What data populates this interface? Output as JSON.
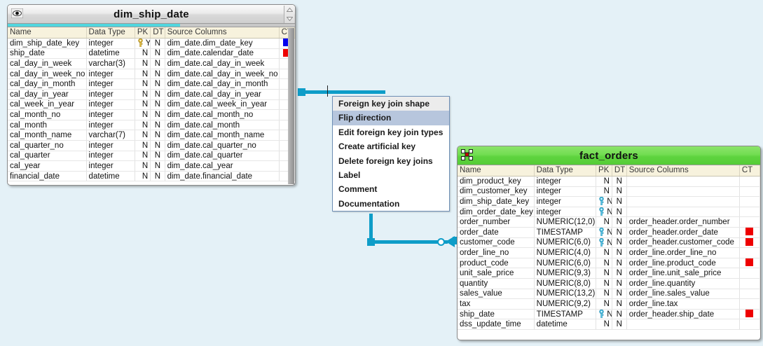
{
  "canvas": {
    "background": "#e4f1f7",
    "accent": "#0e9dc8"
  },
  "entities": [
    {
      "id": "dim_ship_date",
      "title": "dim_ship_date",
      "kind": "dimension",
      "title_style": "grey",
      "icon": "eye-icon",
      "progress_strip": {
        "color": "#51d6de",
        "percent": 60
      },
      "columns": [
        "Name",
        "Data Type",
        "PK",
        "DT",
        "Source Columns",
        "CT"
      ],
      "rows": [
        {
          "name": "dim_ship_date_key",
          "type": "integer",
          "key": "gold",
          "pk": "Y",
          "dt": "N",
          "source": "dim_date.dim_date_key",
          "ct": "#0000ee"
        },
        {
          "name": "ship_date",
          "type": "datetime",
          "key": "",
          "pk": "N",
          "dt": "N",
          "source": "dim_date.calendar_date",
          "ct": "#ee0000"
        },
        {
          "name": "cal_day_in_week",
          "type": "varchar(3)",
          "key": "",
          "pk": "N",
          "dt": "N",
          "source": "dim_date.cal_day_in_week",
          "ct": ""
        },
        {
          "name": "cal_day_in_week_no",
          "type": "integer",
          "key": "",
          "pk": "N",
          "dt": "N",
          "source": "dim_date.cal_day_in_week_no",
          "ct": ""
        },
        {
          "name": "cal_day_in_month",
          "type": "integer",
          "key": "",
          "pk": "N",
          "dt": "N",
          "source": "dim_date.cal_day_in_month",
          "ct": ""
        },
        {
          "name": "cal_day_in_year",
          "type": "integer",
          "key": "",
          "pk": "N",
          "dt": "N",
          "source": "dim_date.cal_day_in_year",
          "ct": ""
        },
        {
          "name": "cal_week_in_year",
          "type": "integer",
          "key": "",
          "pk": "N",
          "dt": "N",
          "source": "dim_date.cal_week_in_year",
          "ct": ""
        },
        {
          "name": "cal_month_no",
          "type": "integer",
          "key": "",
          "pk": "N",
          "dt": "N",
          "source": "dim_date.cal_month_no",
          "ct": ""
        },
        {
          "name": "cal_month",
          "type": "integer",
          "key": "",
          "pk": "N",
          "dt": "N",
          "source": "dim_date.cal_month",
          "ct": ""
        },
        {
          "name": "cal_month_name",
          "type": "varchar(7)",
          "key": "",
          "pk": "N",
          "dt": "N",
          "source": "dim_date.cal_month_name",
          "ct": ""
        },
        {
          "name": "cal_quarter_no",
          "type": "integer",
          "key": "",
          "pk": "N",
          "dt": "N",
          "source": "dim_date.cal_quarter_no",
          "ct": ""
        },
        {
          "name": "cal_quarter",
          "type": "integer",
          "key": "",
          "pk": "N",
          "dt": "N",
          "source": "dim_date.cal_quarter",
          "ct": ""
        },
        {
          "name": "cal_year",
          "type": "integer",
          "key": "",
          "pk": "N",
          "dt": "N",
          "source": "dim_date.cal_year",
          "ct": ""
        },
        {
          "name": "financial_date",
          "type": "datetime",
          "key": "",
          "pk": "N",
          "dt": "N",
          "source": "dim_date.financial_date",
          "ct": ""
        }
      ]
    },
    {
      "id": "fact_orders",
      "title": "fact_orders",
      "kind": "fact",
      "title_style": "green",
      "icon": "fact-star-icon",
      "columns": [
        "Name",
        "Data Type",
        "PK",
        "DT",
        "Source Columns",
        "CT"
      ],
      "rows": [
        {
          "name": "dim_product_key",
          "type": "integer",
          "key": "",
          "pk": "N",
          "dt": "N",
          "source": "",
          "ct": ""
        },
        {
          "name": "dim_customer_key",
          "type": "integer",
          "key": "",
          "pk": "N",
          "dt": "N",
          "source": "",
          "ct": ""
        },
        {
          "name": "dim_ship_date_key",
          "type": "integer",
          "key": "cyan",
          "pk": "N",
          "dt": "N",
          "source": "",
          "ct": ""
        },
        {
          "name": "dim_order_date_key",
          "type": "integer",
          "key": "cyan",
          "pk": "N",
          "dt": "N",
          "source": "",
          "ct": ""
        },
        {
          "name": "order_number",
          "type": "NUMERIC(12,0)",
          "key": "",
          "pk": "N",
          "dt": "N",
          "source": "order_header.order_number",
          "ct": ""
        },
        {
          "name": "order_date",
          "type": "TIMESTAMP",
          "key": "cyan",
          "pk": "N",
          "dt": "N",
          "source": "order_header.order_date",
          "ct": "#ee0000"
        },
        {
          "name": "customer_code",
          "type": "NUMERIC(6,0)",
          "key": "cyan",
          "pk": "N",
          "dt": "N",
          "source": "order_header.customer_code",
          "ct": "#ee0000"
        },
        {
          "name": "order_line_no",
          "type": "NUMERIC(4,0)",
          "key": "",
          "pk": "N",
          "dt": "N",
          "source": "order_line.order_line_no",
          "ct": ""
        },
        {
          "name": "product_code",
          "type": "NUMERIC(6,0)",
          "key": "",
          "pk": "N",
          "dt": "N",
          "source": "order_line.product_code",
          "ct": "#ee0000"
        },
        {
          "name": "unit_sale_price",
          "type": "NUMERIC(9,3)",
          "key": "",
          "pk": "N",
          "dt": "N",
          "source": "order_line.unit_sale_price",
          "ct": ""
        },
        {
          "name": "quantity",
          "type": "NUMERIC(8,0)",
          "key": "",
          "pk": "N",
          "dt": "N",
          "source": "order_line.quantity",
          "ct": ""
        },
        {
          "name": "sales_value",
          "type": "NUMERIC(13,2)",
          "key": "",
          "pk": "N",
          "dt": "N",
          "source": "order_line.sales_value",
          "ct": ""
        },
        {
          "name": "tax",
          "type": "NUMERIC(9,2)",
          "key": "",
          "pk": "N",
          "dt": "N",
          "source": "order_line.tax",
          "ct": ""
        },
        {
          "name": "ship_date",
          "type": "TIMESTAMP",
          "key": "cyan",
          "pk": "N",
          "dt": "N",
          "source": "order_header.ship_date",
          "ct": "#ee0000"
        },
        {
          "name": "dss_update_time",
          "type": "datetime",
          "key": "",
          "pk": "N",
          "dt": "N",
          "source": "",
          "ct": ""
        }
      ]
    }
  ],
  "context_menu": {
    "items": [
      {
        "label": "Foreign key join shape",
        "state": "shade"
      },
      {
        "label": "Flip direction",
        "state": "selected"
      },
      {
        "label": "Edit foreign key join types",
        "state": "normal"
      },
      {
        "label": "Create artificial key",
        "state": "normal"
      },
      {
        "label": "Delete foreign key joins",
        "state": "normal"
      },
      {
        "label": "Label",
        "state": "normal"
      },
      {
        "label": "Comment",
        "state": "normal"
      },
      {
        "label": "Documentation",
        "state": "normal"
      }
    ]
  }
}
